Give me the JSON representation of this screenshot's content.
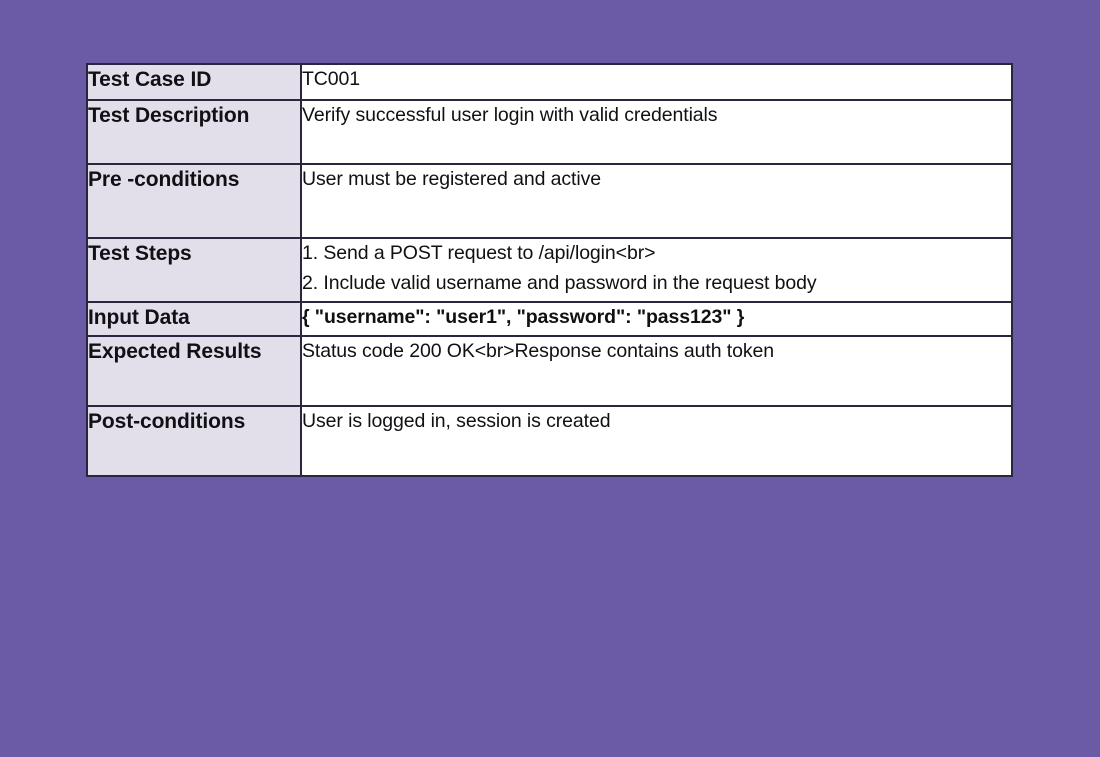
{
  "colors": {
    "page_background": "#6B5AA5",
    "label_cell_background": "#E2DFEA",
    "value_cell_background": "#FFFFFF",
    "border": "#2A2640",
    "text": "#111014"
  },
  "table": {
    "rows": [
      {
        "label": "Test Case ID",
        "value_lines": [
          "TC001"
        ],
        "bold_value": false
      },
      {
        "label": "Test Description",
        "value_lines": [
          "Verify successful user login with valid credentials"
        ],
        "bold_value": false
      },
      {
        "label": "Pre -conditions",
        "value_lines": [
          "User must be registered and active"
        ],
        "bold_value": false
      },
      {
        "label": "Test Steps",
        "value_lines": [
          "1. Send a POST request to /api/login<br>",
          "2. Include valid username and password in the request body"
        ],
        "bold_value": false
      },
      {
        "label": "Input Data",
        "value_lines": [
          "{ \"username\": \"user1\", \"password\": \"pass123\" }"
        ],
        "bold_value": true
      },
      {
        "label": "Expected Results",
        "value_lines": [
          "Status code 200 OK<br>Response contains auth token"
        ],
        "bold_value": false
      },
      {
        "label": "Post-conditions",
        "value_lines": [
          "User is logged in, session is created"
        ],
        "bold_value": false
      }
    ]
  }
}
